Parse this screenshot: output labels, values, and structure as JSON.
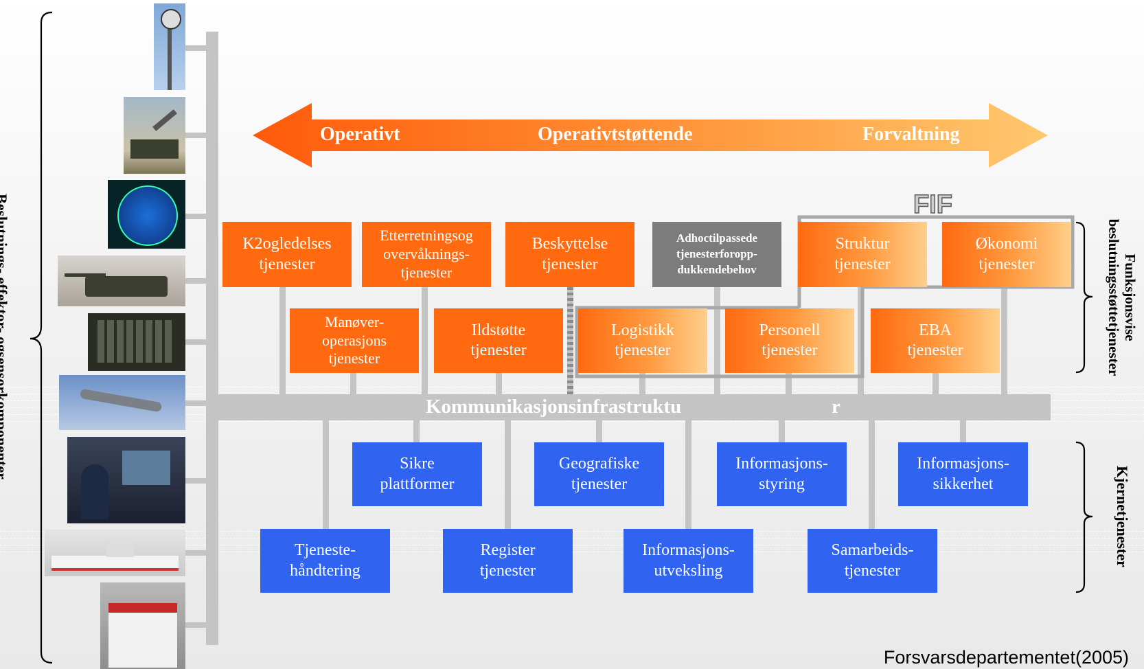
{
  "left_axis_label": "Beslutnings-,effektor- ogsensorkomponenter",
  "arrow": {
    "left_label": "Operativt",
    "middle_label": "Operativtstøttende",
    "right_label": "Forvaltning"
  },
  "fif_label": "FIF",
  "orange_row1": [
    "K2ogledelses\ntjenester",
    "Etterretningsog\novervåknings-\ntjenester",
    "Beskyttelse\ntjenester"
  ],
  "grey_box": "Adhoctilpassede\ntjenesterforopp-\ndukkendebehov",
  "fif_row1": [
    "Struktur\ntjenester",
    "Økonomi\ntjenester"
  ],
  "orange_row2": [
    "Manøver-\noperasjons\ntjenester",
    "Ildstøtte\ntjenester"
  ],
  "fif_row2": [
    "Logistikk\ntjenester",
    "Personell\ntjenester",
    "EBA\ntjenester"
  ],
  "comm_bar": {
    "label": "Kommunikasjonsinfrastruktu",
    "label_end": "r"
  },
  "blue_row1": [
    "Sikre\nplattformer",
    "Geografiske\ntjenester",
    "Informasjons-\nstyring",
    "Informasjons-\nsikkerhet"
  ],
  "blue_row2": [
    "Tjeneste-\nhåndtering",
    "Register\ntjenester",
    "Informasjons-\nutveksling",
    "Samarbeids-\ntjenester"
  ],
  "right_labels": {
    "upper_line1": "Funksjonsvise",
    "upper_line2": "beslutningsstøttetjenester",
    "lower": "Kjernetjenester"
  },
  "source": "Forsvarsdepartementet(2005)",
  "photos": [
    "antenna-mast",
    "missile-launcher",
    "radar-screen",
    "battle-tank",
    "field-keypad-terminal",
    "fighter-jet",
    "control-room-operator",
    "coast-guard-ship",
    "ambulance"
  ],
  "colors": {
    "orange": "#ff6a10",
    "blue": "#2f63f0",
    "grey_box": "#7c7c7c",
    "bar": "#c4c4c4"
  }
}
